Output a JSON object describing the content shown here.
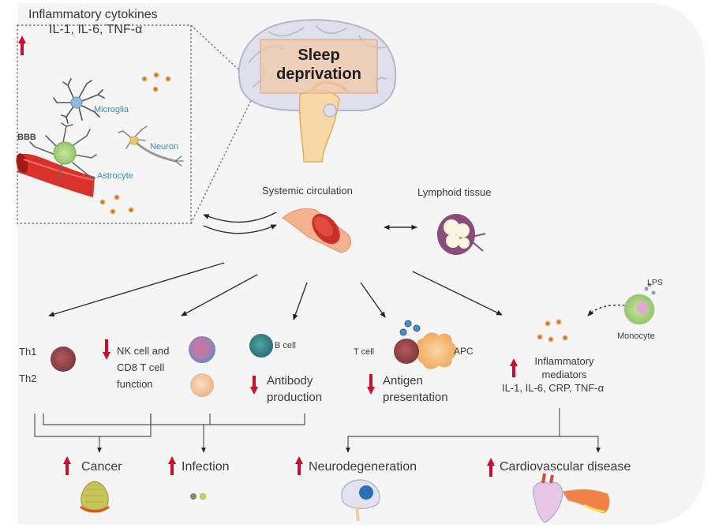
{
  "colors": {
    "background": "#f5f5f5",
    "increase_arrow": "#c8102e",
    "decrease_arrow": "#c8102e",
    "label_blue": "#3a8fb5",
    "brain_highlight": "#f2c9a8"
  },
  "center": {
    "title_line1": "Sleep",
    "title_line2": "deprivation"
  },
  "inset": {
    "indicator": "increase",
    "title": "Inflammatory cytokines",
    "cytokines": "IL-1, IL-6, TNF-α",
    "labels": {
      "microglia": "Microglia",
      "neuron": "Neuron",
      "astrocyte": "Astrocyte",
      "bbb": "BBB"
    }
  },
  "circulation": {
    "systemic": "Systemic circulation",
    "lymphoid": "Lymphoid tissue"
  },
  "effects": {
    "th": {
      "th1": "Th1",
      "th2": "Th2"
    },
    "nk": {
      "indicator": "decrease",
      "label": "NK cell and CD8 T cell function"
    },
    "bcell": {
      "cell": "B cell",
      "indicator": "decrease",
      "label_line1": "Antibody",
      "label_line2": "production"
    },
    "antigen": {
      "tcell": "T cell",
      "apc": "APC",
      "indicator": "decrease",
      "label_line1": "Antigen",
      "label_line2": "presentation"
    },
    "inflammatory": {
      "indicator": "increase",
      "label_line1": "Inflammatory",
      "label_line2": "mediators",
      "mediators": "IL-1, IL-6, CRP, TNF-α",
      "lps": "LPS",
      "monocyte": "Monocyte"
    }
  },
  "outcomes": [
    {
      "indicator": "increase",
      "label": "Cancer"
    },
    {
      "indicator": "increase",
      "label": "Infection"
    },
    {
      "indicator": "increase",
      "label": "Neurodegeneration"
    },
    {
      "indicator": "increase",
      "label": "Cardiovascular disease"
    }
  ]
}
